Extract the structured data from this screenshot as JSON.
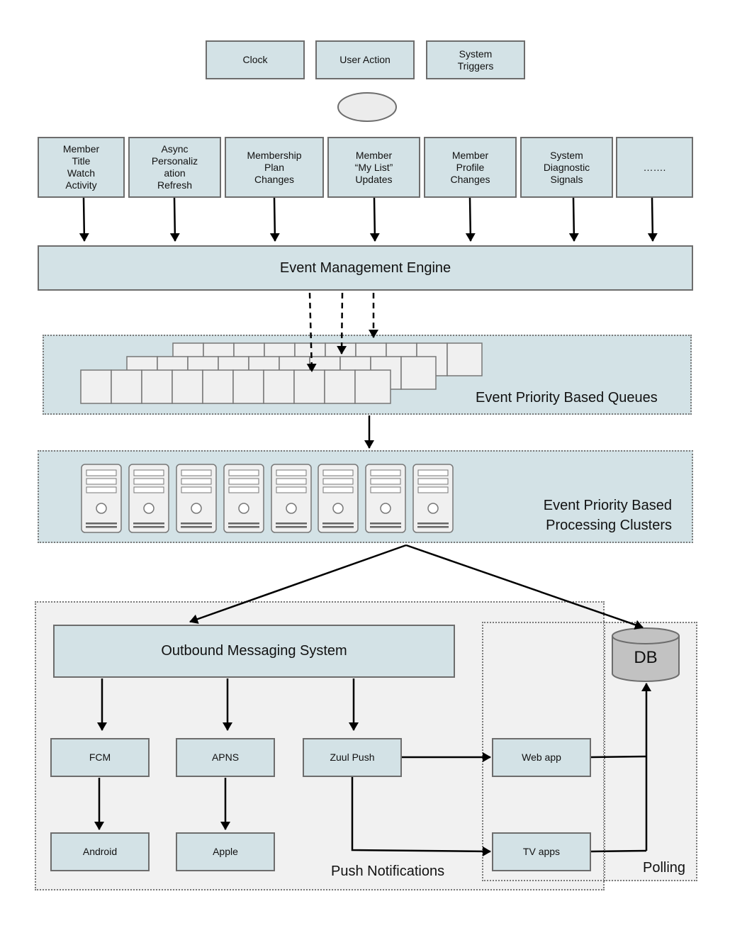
{
  "sources": {
    "clock": "Clock",
    "user_action": "User Action",
    "system_triggers": "System\nTriggers"
  },
  "events": [
    "Member\nTitle\nWatch\nActivity",
    "Async\nPersonaliz\nation\nRefresh",
    "Membership\nPlan\nChanges",
    "Member\n“My List”\nUpdates",
    "Member\nProfile\nChanges",
    "System\nDiagnostic\nSignals",
    "……."
  ],
  "engine": {
    "label": "Event Management Engine"
  },
  "queues": {
    "label": "Event Priority Based Queues"
  },
  "clusters": {
    "label": "Event Priority Based\nProcessing Clusters"
  },
  "outbound": {
    "label": "Outbound Messaging System",
    "fcm": "FCM",
    "apns": "APNS",
    "zuul": "Zuul Push",
    "android": "Android",
    "apple": "Apple",
    "push_notifications": "Push Notifications"
  },
  "clients": {
    "web_app": "Web app",
    "tv_apps": "TV apps",
    "polling": "Polling"
  },
  "db": {
    "label": "DB"
  },
  "colors": {
    "box_fill": "#d3e2e6",
    "outer_fill": "#f1f1f1",
    "db_fill": "#c2c2c2",
    "border": "#6d6d6d",
    "line": "#000000"
  }
}
